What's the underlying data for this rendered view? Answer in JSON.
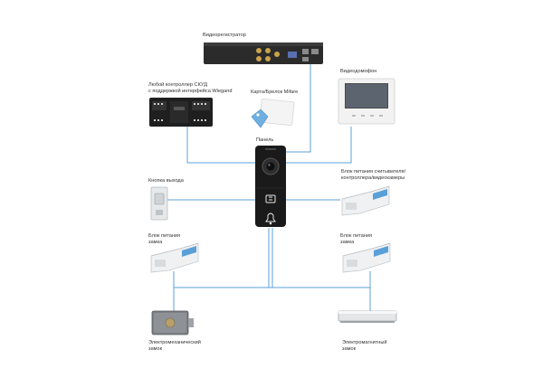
{
  "labels": {
    "dvr": "Видеорегистратор",
    "controller_line1": "Любой контроллер СКУД",
    "controller_line2": "с поддержкой интерфейса Wiegand",
    "card": "Карта/Брелок Mifare",
    "monitor": "Видеодомофон",
    "panel": "Панель",
    "exit_button": "Кнопка выхода",
    "psu_reader_line1": "Блок питания считывателя/",
    "psu_reader_line2": "контроллера/видеокамеры",
    "psu_lock_left_line1": "Блок питания",
    "psu_lock_left_line2": "замка",
    "psu_lock_right_line1": "Блок питания",
    "psu_lock_right_line2": "замка",
    "electromech_line1": "Электромеханический",
    "electromech_line2": "замок",
    "electromag_line1": "Электромагнитный",
    "electromag_line2": "замок"
  },
  "colors": {
    "wire": "#5aa0d8",
    "device_dark": "#1a1a1a",
    "device_light": "#eceef0",
    "psu_stripe": "#5aa0d8"
  },
  "icons": {
    "panel_camera": "camera-lens-icon",
    "panel_reader": "rfid-reader-icon",
    "panel_call": "bell-icon"
  }
}
